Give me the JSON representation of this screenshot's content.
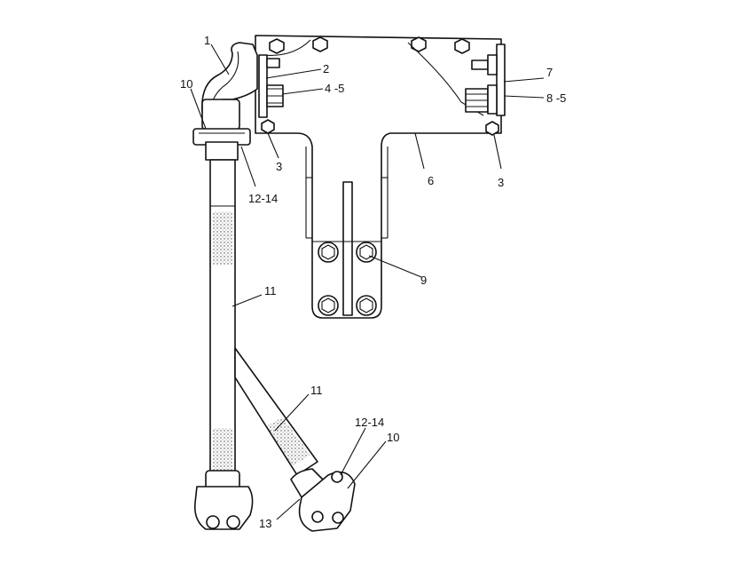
{
  "callouts": {
    "c1": "1",
    "c2": "2",
    "c3a": "3",
    "c3b": "3",
    "c4_5": "4 -5",
    "c6": "6",
    "c7": "7",
    "c8_5": "8 -5",
    "c9": "9",
    "c10a": "10",
    "c10b": "10",
    "c11a": "11",
    "c11b": "11",
    "c12_14a": "12-14",
    "c12_14b": "12-14",
    "c13": "13"
  }
}
